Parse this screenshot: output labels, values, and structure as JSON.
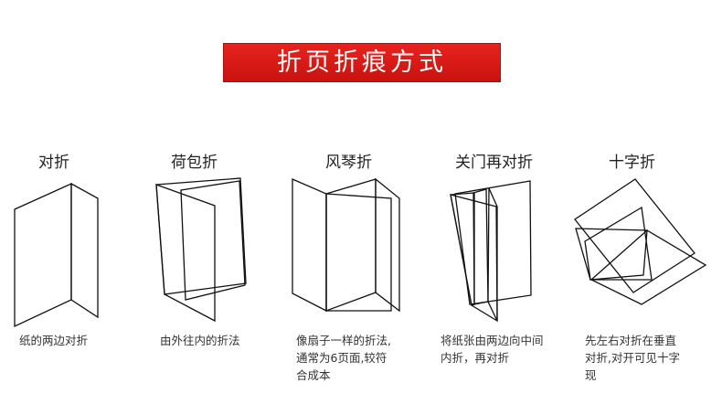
{
  "header": {
    "title": "折页折痕方式"
  },
  "folds": [
    {
      "title": "对折",
      "description": "纸的两边对折",
      "icon": "half-fold-diagram-icon"
    },
    {
      "title": "荷包折",
      "description": "由外往内的折法",
      "icon": "roll-fold-diagram-icon"
    },
    {
      "title": "风琴折",
      "description": "像扇子一样的折法,\n通常为6页面,较符\n合成本",
      "icon": "accordion-fold-diagram-icon"
    },
    {
      "title": "关门再对折",
      "description": "将纸张由两边向中间\n内折，再对折",
      "icon": "double-gate-fold-diagram-icon"
    },
    {
      "title": "十字折",
      "description": "先左右对折在垂直\n对折,对开可见十字\n现",
      "icon": "cross-fold-diagram-icon"
    }
  ],
  "colors": {
    "banner_red": "#d81a16",
    "line": "#111111"
  }
}
